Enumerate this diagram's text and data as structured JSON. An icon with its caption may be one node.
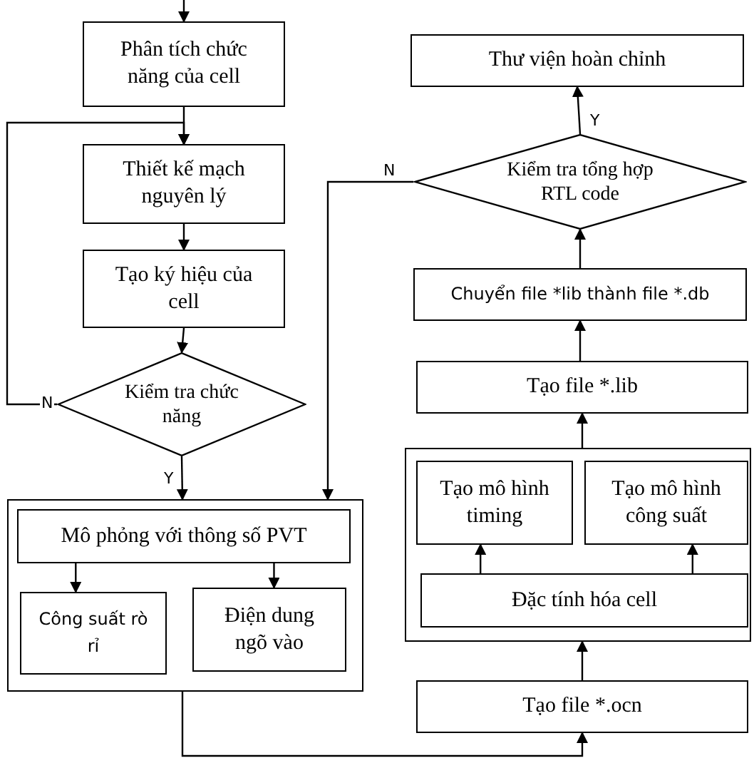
{
  "diagram": {
    "nodes": [
      {
        "text": [
          "Phân tích chức năng của cell"
        ]
      },
      {
        "text": [
          "Thiết kế mạch nguyên lý"
        ]
      },
      {
        "text": [
          "Tạo ký hiệu của cell"
        ]
      },
      {
        "text": [
          "Kiểm tra chức năng"
        ]
      },
      {
        "text": [],
        "shape": "box"
      },
      {
        "text": [
          "Mô phỏng với thông số PVT"
        ],
        "in": 4
      },
      {
        "text": [
          "Công suất rò rỉ"
        ],
        "in": 4
      },
      {
        "text": [
          "Điện dung ngõ vào"
        ],
        "in": 4
      },
      {
        "text": [
          "Tạo file *.ocn"
        ]
      },
      {
        "text": [],
        "shape": "box"
      },
      {
        "text": [
          "Tạo mô hình timing"
        ],
        "in": 9
      },
      {
        "text": [
          "Tạo mô hình công suất"
        ],
        "in": 9
      },
      {
        "text": [
          "Đặc tính hóa cell"
        ],
        "in": 9
      },
      {
        "text": [
          "Tạo file *.lib"
        ]
      },
      {
        "text": [
          "Chuyển file *lib thành file *.db"
        ]
      },
      {
        "text": [
          "Kiểm tra tổng hợp RTL code"
        ]
      },
      {
        "text": [
          "Thư viện hoàn chỉnh"
        ]
      }
    ],
    "edges": [
      {
        "from": null,
        "to": 0,
        "arrow": "to"
      },
      {
        "from": 0,
        "to": 1,
        "arrow": "to"
      },
      {
        "from": 1,
        "to": 2,
        "arrow": "to"
      },
      {
        "from": 2,
        "to": 3,
        "arrow": "to"
      },
      {
        "from": 3,
        "to": 1,
        "arrow": "to",
        "label": "N"
      },
      {
        "from": 3,
        "to": 4,
        "arrow": "to",
        "label": "Y"
      },
      {
        "from": 5,
        "to": 6,
        "arrow": "to"
      },
      {
        "from": 5,
        "to": 7,
        "arrow": "to"
      },
      {
        "from": 4,
        "to": 8,
        "arrow": "to"
      },
      {
        "from": 8,
        "to": 9,
        "arrow": "to"
      },
      {
        "from": 12,
        "to": 10,
        "arrow": "to"
      },
      {
        "from": 12,
        "to": 11,
        "arrow": "to"
      },
      {
        "from": 9,
        "to": 13,
        "arrow": "to"
      },
      {
        "from": 13,
        "to": 14,
        "arrow": "to"
      },
      {
        "from": 14,
        "to": 15,
        "arrow": "to"
      },
      {
        "from": 15,
        "to": 16,
        "arrow": "to",
        "label": "Y"
      },
      {
        "from": 15,
        "to": 4,
        "arrow": "to",
        "label": "N"
      }
    ]
  }
}
